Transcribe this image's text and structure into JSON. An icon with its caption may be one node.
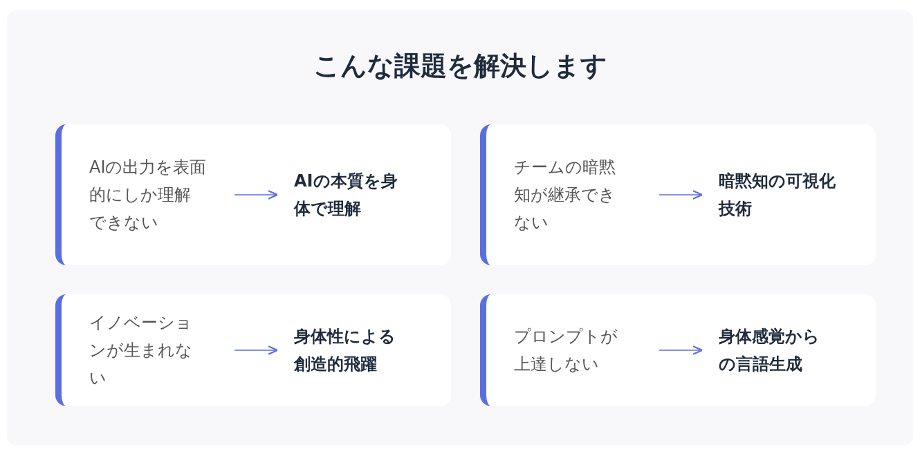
{
  "diagram": {
    "title": "こんな課題を解決します",
    "nodes": [
      {
        "text": [],
        "shape": "box"
      },
      {
        "text": [
          "AIの出力を表面的にしか理解できない"
        ],
        "in": 0
      },
      {
        "text": [
          "AIの本質を身体で理解"
        ],
        "in": 0
      },
      {
        "text": [],
        "shape": "box"
      },
      {
        "text": [
          "チームの暗黙知が継承できない"
        ],
        "in": 3
      },
      {
        "text": [
          "暗黙知の可視化技術"
        ],
        "in": 3
      },
      {
        "text": [],
        "shape": "box"
      },
      {
        "text": [
          "イノベーションが生まれない"
        ],
        "in": 6
      },
      {
        "text": [
          "身体性による創造的飛躍"
        ],
        "in": 6
      },
      {
        "text": [],
        "shape": "box"
      },
      {
        "text": [
          "プロンプトが上達しない"
        ],
        "in": 9
      },
      {
        "text": [
          "身体感覚からの言語生成"
        ],
        "in": 9
      }
    ],
    "edges": [
      {
        "from": 1,
        "to": 2,
        "arrow": "to"
      },
      {
        "from": 4,
        "to": 5,
        "arrow": "to"
      },
      {
        "from": 7,
        "to": 8,
        "arrow": "to"
      },
      {
        "from": 10,
        "to": 11,
        "arrow": "to"
      }
    ]
  }
}
